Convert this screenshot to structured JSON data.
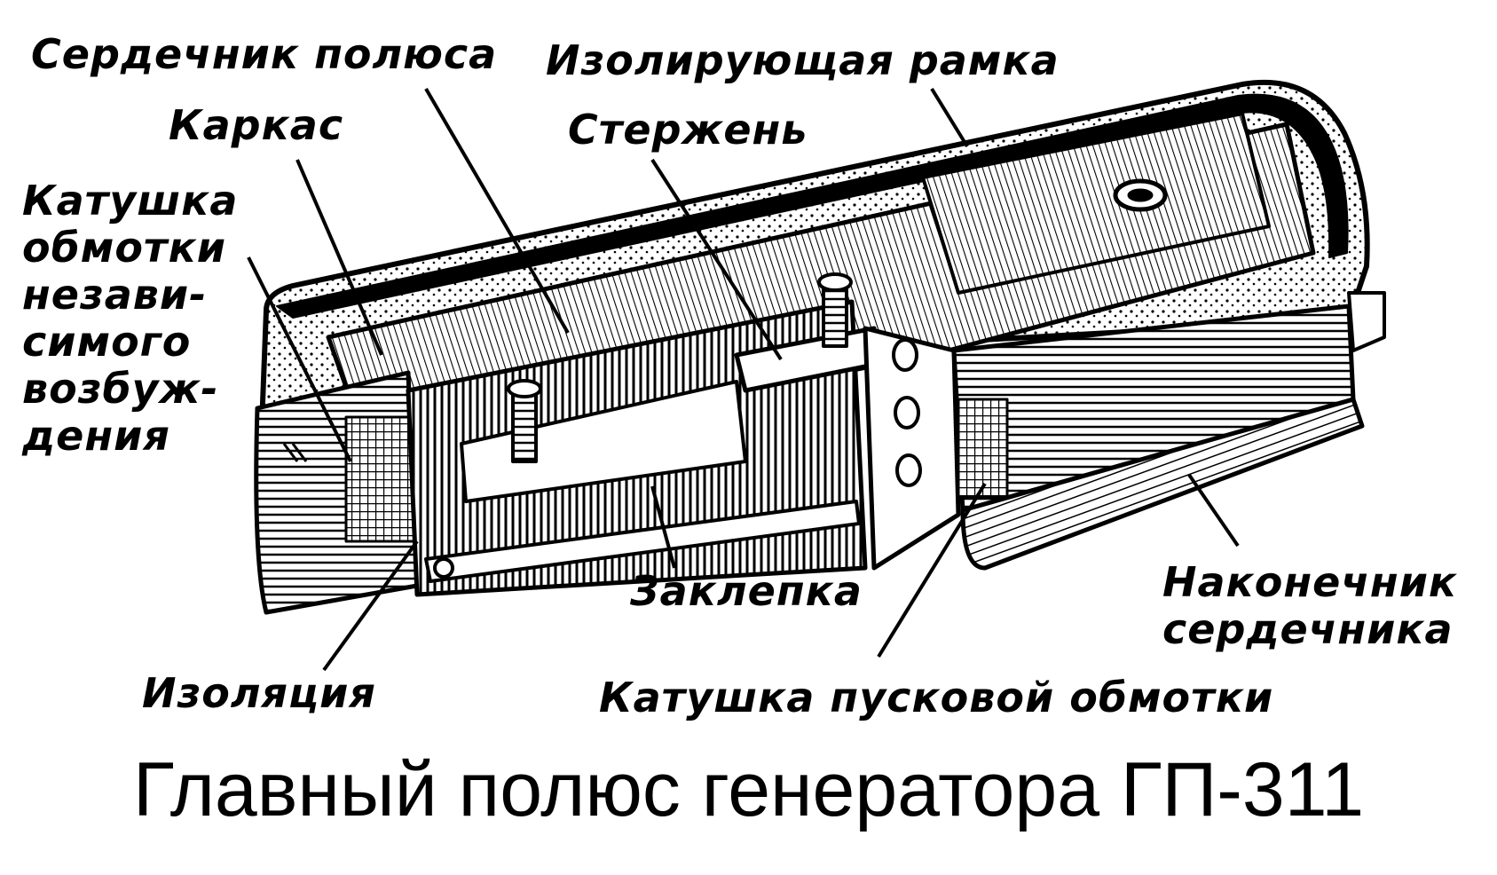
{
  "diagram": {
    "labels": {
      "pole_core": "Сердечник полюса",
      "frame": "Каркас",
      "independent_coil": "Катушка\nобмотки\nнезави-\nсимого\nвозбуж-\nдения",
      "insulating_frame": "Изолирующая рамка",
      "rod": "Стержень",
      "rivet": "Заклепка",
      "insulation": "Изоляция",
      "core_tip": "Наконечник\nсердечника",
      "starting_coil": "Катушка пусковой обмотки"
    },
    "caption": "Главный полюс генератора ГП-311",
    "colors": {
      "ink": "#000000",
      "paper": "#ffffff"
    }
  }
}
